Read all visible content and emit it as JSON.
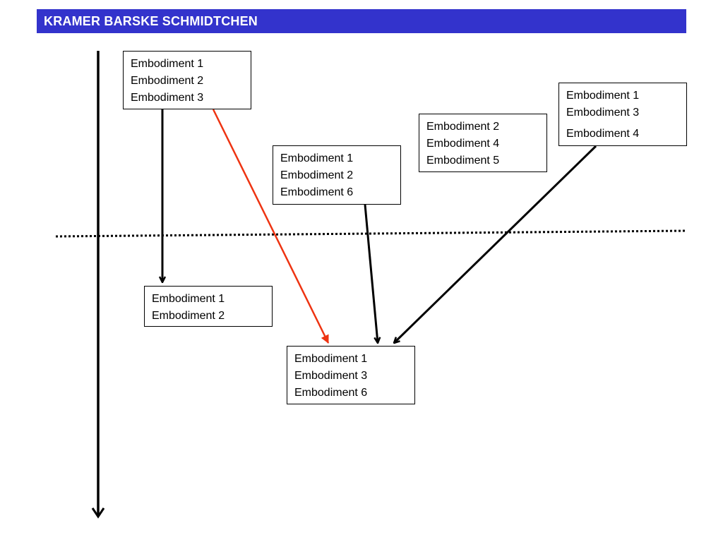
{
  "header": {
    "title": "KRAMER BARSKE SCHMIDTCHEN"
  },
  "colors": {
    "header_background": "#3333cc",
    "header_text": "#ffffff",
    "arrow_default": "#000000",
    "arrow_highlight": "#ee3311"
  },
  "boxes": [
    {
      "id": "box-a",
      "items": [
        "Embodiment 1",
        "Embodiment 2",
        "Embodiment 3"
      ]
    },
    {
      "id": "box-b",
      "items": [
        "Embodiment 1",
        "Embodiment 2",
        "Embodiment 6"
      ]
    },
    {
      "id": "box-c",
      "items": [
        "Embodiment 2",
        "Embodiment 4",
        "Embodiment 5"
      ]
    },
    {
      "id": "box-d",
      "items": [
        "Embodiment 1",
        "Embodiment 3",
        "Embodiment 4"
      ]
    },
    {
      "id": "box-e",
      "items": [
        "Embodiment 1",
        "Embodiment 2"
      ]
    },
    {
      "id": "box-f",
      "items": [
        "Embodiment 1",
        "Embodiment 3",
        "Embodiment 6"
      ]
    }
  ],
  "connections": [
    {
      "from": "box-a",
      "to": "box-e",
      "color": "black"
    },
    {
      "from": "box-a",
      "to": "box-f",
      "color": "red"
    },
    {
      "from": "box-b",
      "to": "box-f",
      "color": "black"
    },
    {
      "from": "box-d",
      "to": "box-f",
      "color": "black"
    }
  ]
}
